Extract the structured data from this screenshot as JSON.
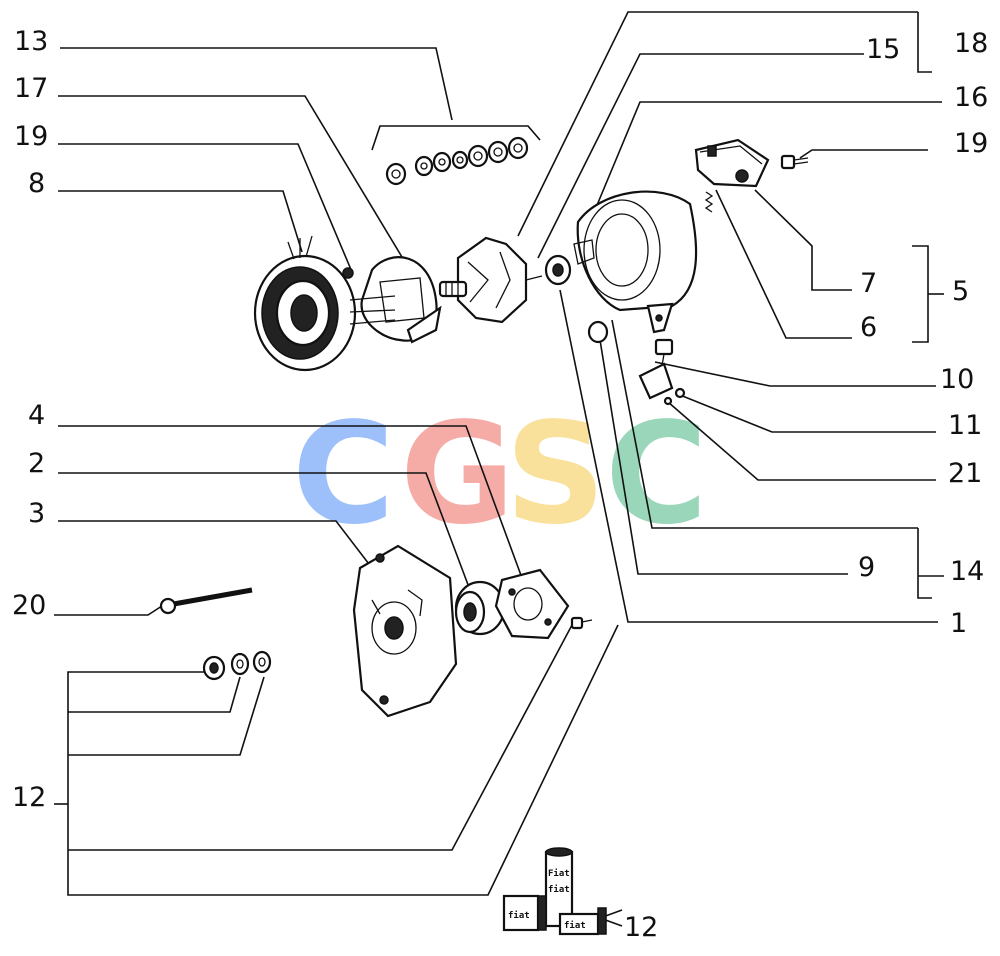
{
  "watermark": {
    "letters": [
      "C",
      "G",
      "S",
      "C"
    ],
    "colors": [
      "#4f8ef7",
      "#f06a5e",
      "#f7c94a",
      "#46b583"
    ]
  },
  "labels": {
    "l13": "13",
    "l17": "17",
    "l19a": "19",
    "l8": "8",
    "l4": "4",
    "l2": "2",
    "l3": "3",
    "l20": "20",
    "l12a": "12",
    "l15": "15",
    "l18": "18",
    "l16": "16",
    "l19b": "19",
    "l7": "7",
    "l5": "5",
    "l6": "6",
    "l10": "10",
    "l11": "11",
    "l21": "21",
    "l9": "9",
    "l14": "14",
    "l1": "1",
    "l12b": "12"
  },
  "product_text": {
    "can_top": "Fiat",
    "can_bottom": "fiat",
    "box_left": "fiat",
    "box_right": "fiat"
  }
}
